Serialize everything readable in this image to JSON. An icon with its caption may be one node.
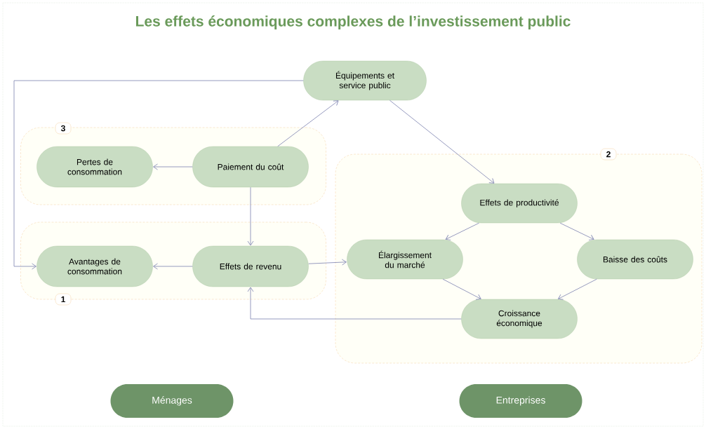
{
  "diagram": {
    "title": "Les effets économiques complexes de l’investissement public",
    "nodes": [
      {
        "text": [
          "Équipements et service public"
        ]
      },
      {
        "text": [
          "3"
        ]
      },
      {
        "text": [
          "Pertes de consommation"
        ],
        "in": 1
      },
      {
        "text": [
          "Paiement du coût"
        ],
        "in": 1
      },
      {
        "text": [
          "1"
        ]
      },
      {
        "text": [
          "Avantages de consommation"
        ],
        "in": 4
      },
      {
        "text": [
          "Effets de revenu"
        ],
        "in": 4
      },
      {
        "text": [
          "2"
        ]
      },
      {
        "text": [
          "Effets de productivité"
        ],
        "in": 7
      },
      {
        "text": [
          "Élargissement du marché"
        ],
        "in": 7
      },
      {
        "text": [
          "Baisse des coûts"
        ],
        "in": 7
      },
      {
        "text": [
          "Croissance économique"
        ],
        "in": 7
      },
      {
        "text": [
          "Ménages"
        ]
      },
      {
        "text": [
          "Entreprises"
        ]
      }
    ],
    "edges": [
      {
        "from": 0,
        "to": 5,
        "arrow": "to"
      },
      {
        "from": 3,
        "to": 0,
        "arrow": "to"
      },
      {
        "from": 0,
        "to": 8,
        "arrow": "to"
      },
      {
        "from": 3,
        "to": 2,
        "arrow": "to"
      },
      {
        "from": 3,
        "to": 6,
        "arrow": "to"
      },
      {
        "from": 6,
        "to": 5,
        "arrow": "to"
      },
      {
        "from": 6,
        "to": 9,
        "arrow": "to"
      },
      {
        "from": 8,
        "to": 9,
        "arrow": "to"
      },
      {
        "from": 8,
        "to": 10,
        "arrow": "to"
      },
      {
        "from": 9,
        "to": 11,
        "arrow": "to"
      },
      {
        "from": 10,
        "to": 11,
        "arrow": "to"
      },
      {
        "from": 11,
        "to": 6,
        "arrow": "to"
      }
    ]
  }
}
